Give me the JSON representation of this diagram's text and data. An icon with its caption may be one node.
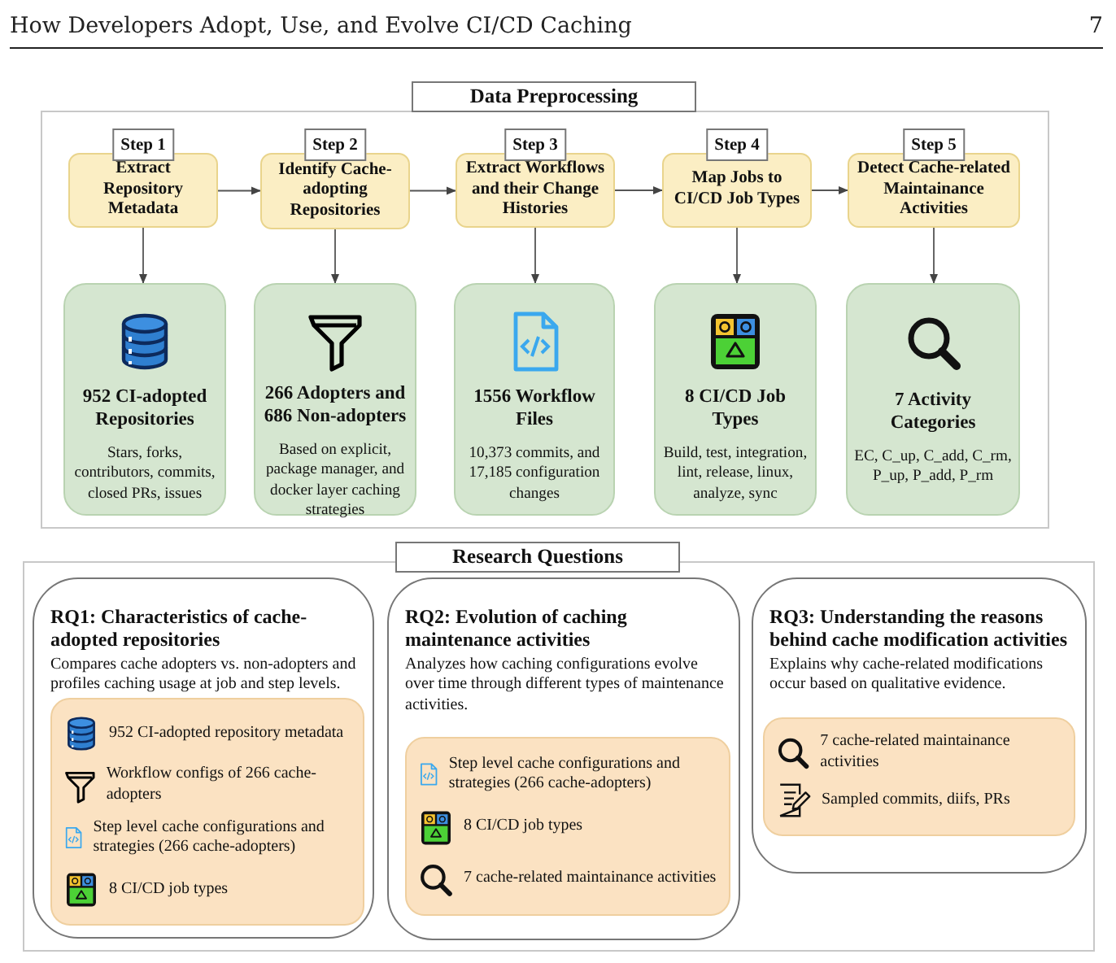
{
  "diagram": {
    "nodes": [
      {
        "text": [
          "Data Preprocessing"
        ]
      },
      {
        "text": [
          "Step 1",
          "Extract Repository Metadata"
        ],
        "in": 0
      },
      {
        "text": [
          "Step 2",
          "Identify Cache-adopting Repositories"
        ],
        "in": 0
      },
      {
        "text": [
          "Step 3",
          "Extract Workflows and their Change Histories"
        ],
        "in": 0
      },
      {
        "text": [
          "Step 4",
          "Map Jobs to CI/CD Job Types"
        ],
        "in": 0
      },
      {
        "text": [
          "Step 5",
          "Detect Cache-related Maintainance Activities"
        ],
        "in": 0
      },
      {
        "text": [
          "952 CI-adopted Repositories",
          "Stars, forks, contributors, commits, closed PRs, issues"
        ],
        "in": 0
      },
      {
        "text": [
          "266 Adopters and 686 Non-adopters",
          "Based on explicit, package manager, and docker layer caching strategies"
        ],
        "in": 0
      },
      {
        "text": [
          "1556 Workflow Files",
          "10,373 commits, and 17,185 configuration changes"
        ],
        "in": 0
      },
      {
        "text": [
          "8 CI/CD Job Types",
          "Build, test, integration, lint, release, linux, analyze, sync"
        ],
        "in": 0
      },
      {
        "text": [
          "7 Activity Categories",
          "EC, C_up, C_add, C_rm, P_up, P_add, P_rm"
        ],
        "in": 0
      },
      {
        "text": [
          "Research Questions"
        ]
      },
      {
        "text": [
          "RQ1: Characteristics of cache-adopted repositories",
          "Compares cache adopters vs. non-adopters and profiles caching usage at job and step levels."
        ],
        "in": 11
      },
      {
        "text": [
          "952 CI-adopted repository metadata",
          "Workflow configs of 266 cache-adopters",
          "Step level cache configurations and strategies (266 cache-adopters)",
          "8 CI/CD job types"
        ],
        "in": 12
      },
      {
        "text": [
          "RQ2: Evolution of caching maintenance activities",
          "Analyzes how caching configurations evolve over time through different types of maintenance activities."
        ],
        "in": 11
      },
      {
        "text": [
          "Step level cache configurations and strategies (266 cache-adopters)",
          "8 CI/CD job types",
          "7 cache-related maintainance activities"
        ],
        "in": 14
      },
      {
        "text": [
          "RQ3: Understanding the reasons behind cache modification activities",
          "Explains why cache-related modifications occur based on qualitative evidence."
        ],
        "in": 11
      },
      {
        "text": [
          "7 cache-related maintainance activities",
          "Sampled commits, diifs, PRs"
        ],
        "in": 16
      }
    ],
    "edges": [
      {
        "from": 1,
        "to": 2,
        "arrow": "to"
      },
      {
        "from": 2,
        "to": 3,
        "arrow": "to"
      },
      {
        "from": 3,
        "to": 4,
        "arrow": "to"
      },
      {
        "from": 4,
        "to": 5,
        "arrow": "to"
      },
      {
        "from": 1,
        "to": 6,
        "arrow": "to"
      },
      {
        "from": 2,
        "to": 7,
        "arrow": "to"
      },
      {
        "from": 3,
        "to": 8,
        "arrow": "to"
      },
      {
        "from": 4,
        "to": 9,
        "arrow": "to"
      },
      {
        "from": 5,
        "to": 10,
        "arrow": "to"
      }
    ],
    "labels": [
      "How Developers Adopt, Use, and Evolve CI/CD Caching",
      "7"
    ]
  }
}
